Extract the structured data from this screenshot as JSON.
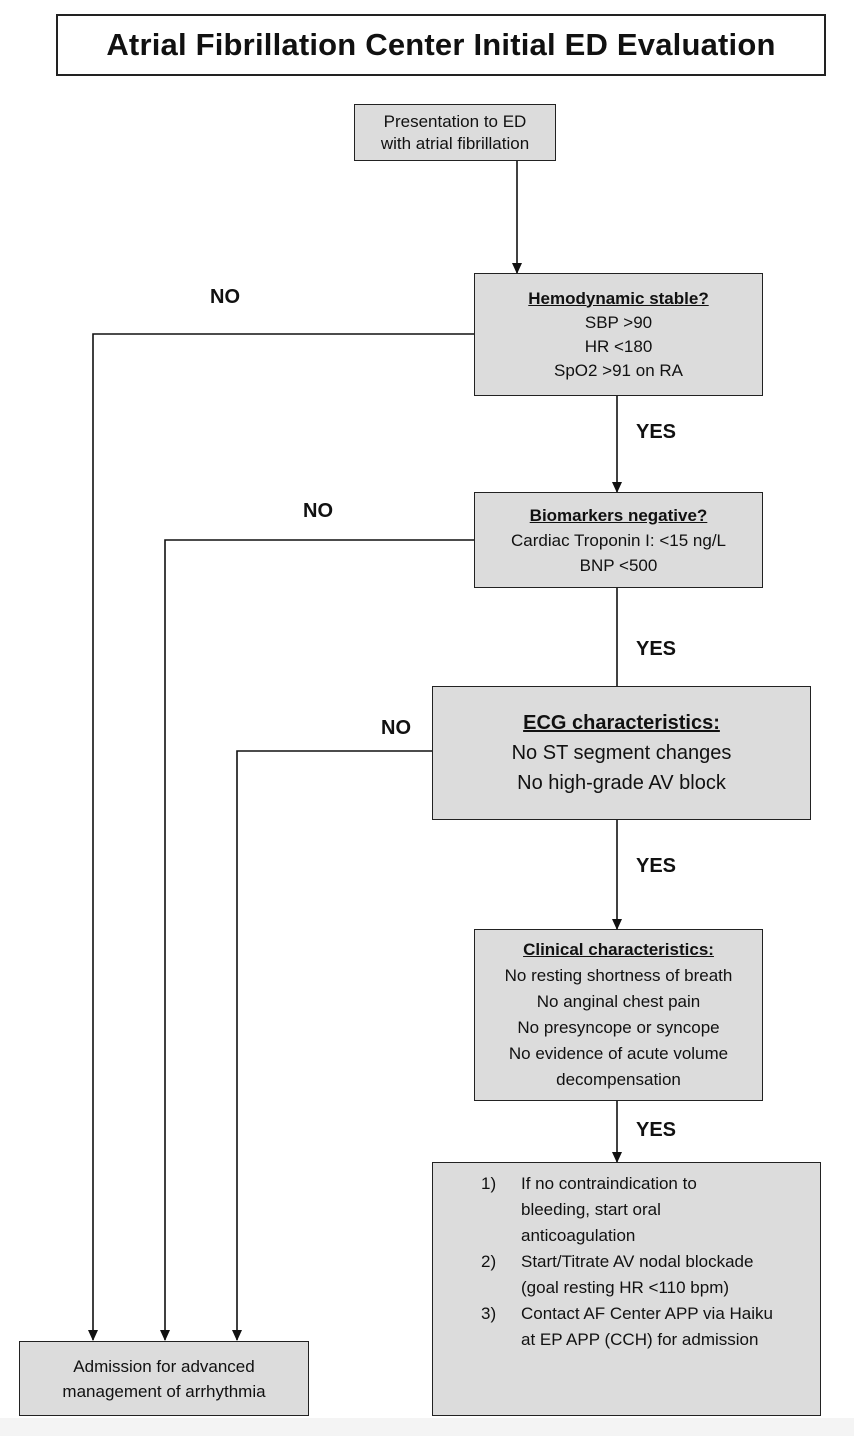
{
  "title": "Atrial Fibrillation Center Initial ED Evaluation",
  "start": {
    "lines": [
      "Presentation to ED",
      "with atrial fibrillation"
    ]
  },
  "hemodynamic": {
    "heading": "Hemodynamic stable?",
    "lines": [
      "SBP >90",
      "HR <180",
      "SpO2 >91 on RA"
    ]
  },
  "biomarkers": {
    "heading": "Biomarkers negative?",
    "lines": [
      "Cardiac Troponin I: <15 ng/L",
      "BNP <500"
    ]
  },
  "ecg": {
    "heading": "ECG characteristics:",
    "lines": [
      "No ST segment changes",
      "No high-grade AV block"
    ]
  },
  "clinical": {
    "heading": "Clinical characteristics:",
    "lines": [
      "No resting shortness of breath",
      "No anginal chest pain",
      "No presyncope or syncope",
      "No evidence of acute volume",
      "decompensation"
    ]
  },
  "management": {
    "steps": [
      {
        "num": "1)",
        "lines": [
          "If no contraindication to",
          "bleeding, start oral",
          "anticoagulation"
        ]
      },
      {
        "num": "2)",
        "lines": [
          "Start/Titrate AV nodal blockade",
          "(goal resting HR <110 bpm)"
        ]
      },
      {
        "num": "3)",
        "lines": [
          "Contact AF Center APP via Haiku",
          "at EP APP (CCH) for admission"
        ]
      }
    ]
  },
  "admission": {
    "lines": [
      "Admission for advanced",
      "management of arrhythmia"
    ]
  },
  "labels": {
    "no": "NO",
    "yes": "YES"
  }
}
